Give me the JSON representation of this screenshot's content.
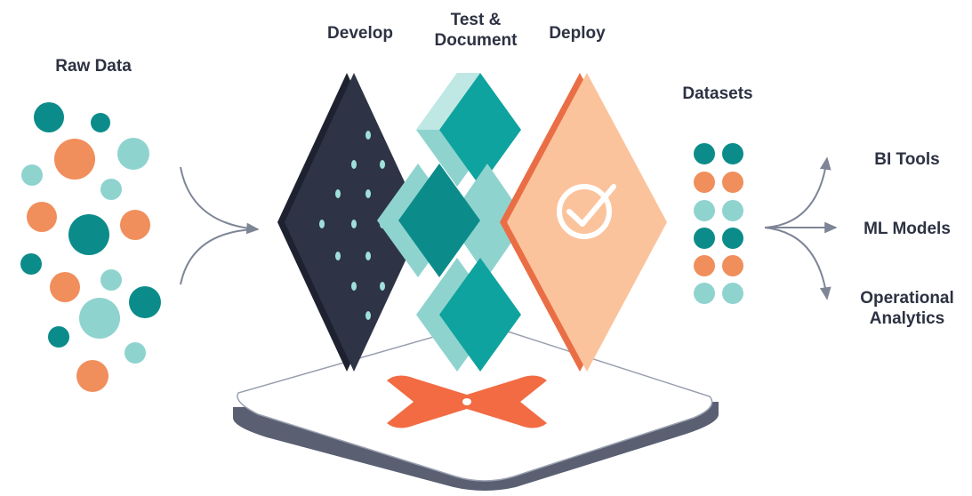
{
  "labels": {
    "raw_data": "Raw Data",
    "develop": "Develop",
    "test_line1": "Test &",
    "test_line2": "Document",
    "deploy": "Deploy",
    "datasets": "Datasets",
    "bi_tools": "BI Tools",
    "ml_models": "ML Models",
    "operational_line1": "Operational",
    "operational_line2": "Analytics"
  },
  "colors": {
    "dark_teal": "#0b8c8a",
    "light_teal": "#8fd3cf",
    "orange": "#f08f5c",
    "navy": "#2e3445",
    "peach": "#fbc39c",
    "deploy_edge": "#ea6e45",
    "logo_orange": "#f26b43",
    "arrow": "#7d8596",
    "platform_edge": "#9aa0b0"
  },
  "icons": [
    "check-circle-icon",
    "dbt-logo-icon"
  ]
}
